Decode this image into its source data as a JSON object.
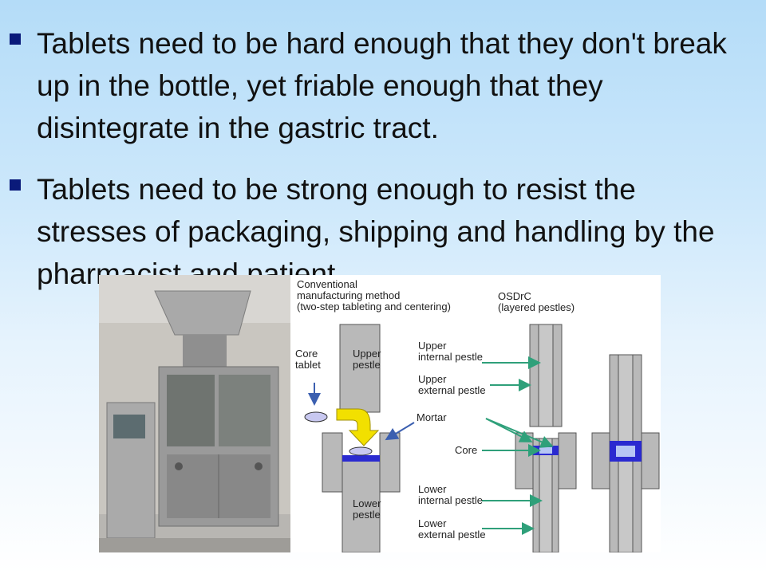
{
  "bullets": [
    "Tablets need to be hard enough that they don't break up in the bottle, yet friable enough that they disintegrate in the gastric tract.",
    "Tablets need to be strong enough to resist the stresses of packaging, shipping and handling by the pharmacist and patient."
  ],
  "figure": {
    "conventional_title": "Conventional\nmanufacturing method\n(two-step tableting and centering)",
    "osdrc_title": "OSDrC\n(layered pestles)",
    "labels": {
      "core_tablet": "Core\ntablet",
      "upper_pestle": "Upper\npestle",
      "lower_pestle": "Lower\npestle",
      "upper_internal": "Upper\ninternal pestle",
      "upper_external": "Upper\nexternal pestle",
      "mortar": "Mortar",
      "core": "Core",
      "lower_internal": "Lower\ninternal pestle",
      "lower_external": "Lower\nexternal pestle"
    }
  },
  "colors": {
    "bullet": "#0a1a7a",
    "pestle": "#b9b9b9",
    "core": "#2a2ad0",
    "arrow": "#2fa07a",
    "yellow_arrow": "#f2e000"
  }
}
